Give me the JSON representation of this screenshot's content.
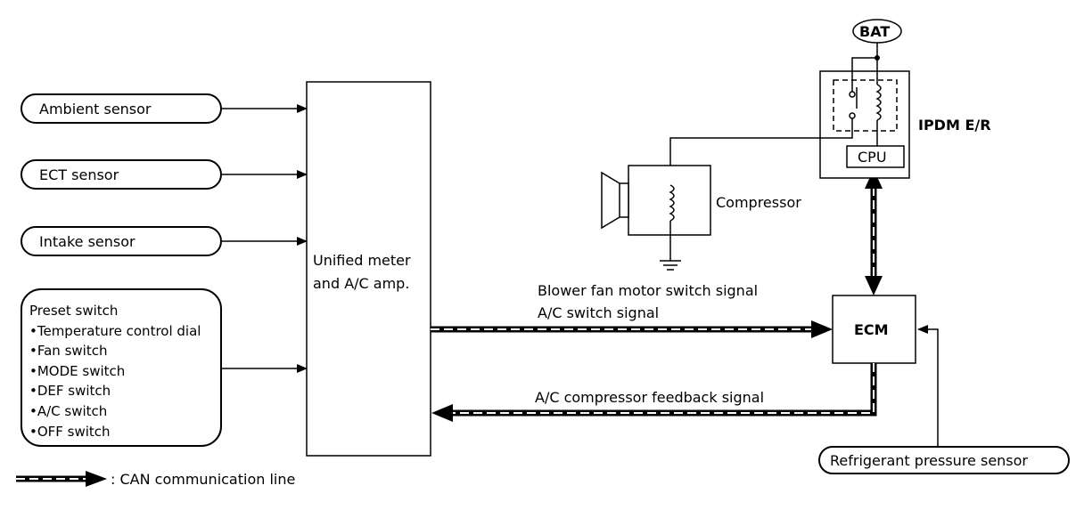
{
  "inputs": {
    "ambient": "Ambient sensor",
    "ect": "ECT sensor",
    "intake": "Intake sensor",
    "preset_title": "Preset switch",
    "preset_items": [
      "•Temperature control dial",
      "•Fan switch",
      "•MODE switch",
      "•DEF switch",
      "•A/C switch",
      "•OFF switch"
    ]
  },
  "amp": {
    "line1": "Unified meter",
    "line2": "and A/C amp."
  },
  "ecm": "ECM",
  "ipdm": {
    "label": "IPDM E/R",
    "cpu": "CPU"
  },
  "bat": "BAT",
  "compressor": "Compressor",
  "signals": {
    "blower": "Blower fan motor switch signal",
    "ac_switch": "A/C switch signal",
    "feedback": "A/C compressor feedback signal"
  },
  "refrigerant": "Refrigerant pressure sensor",
  "legend": ": CAN communication line"
}
